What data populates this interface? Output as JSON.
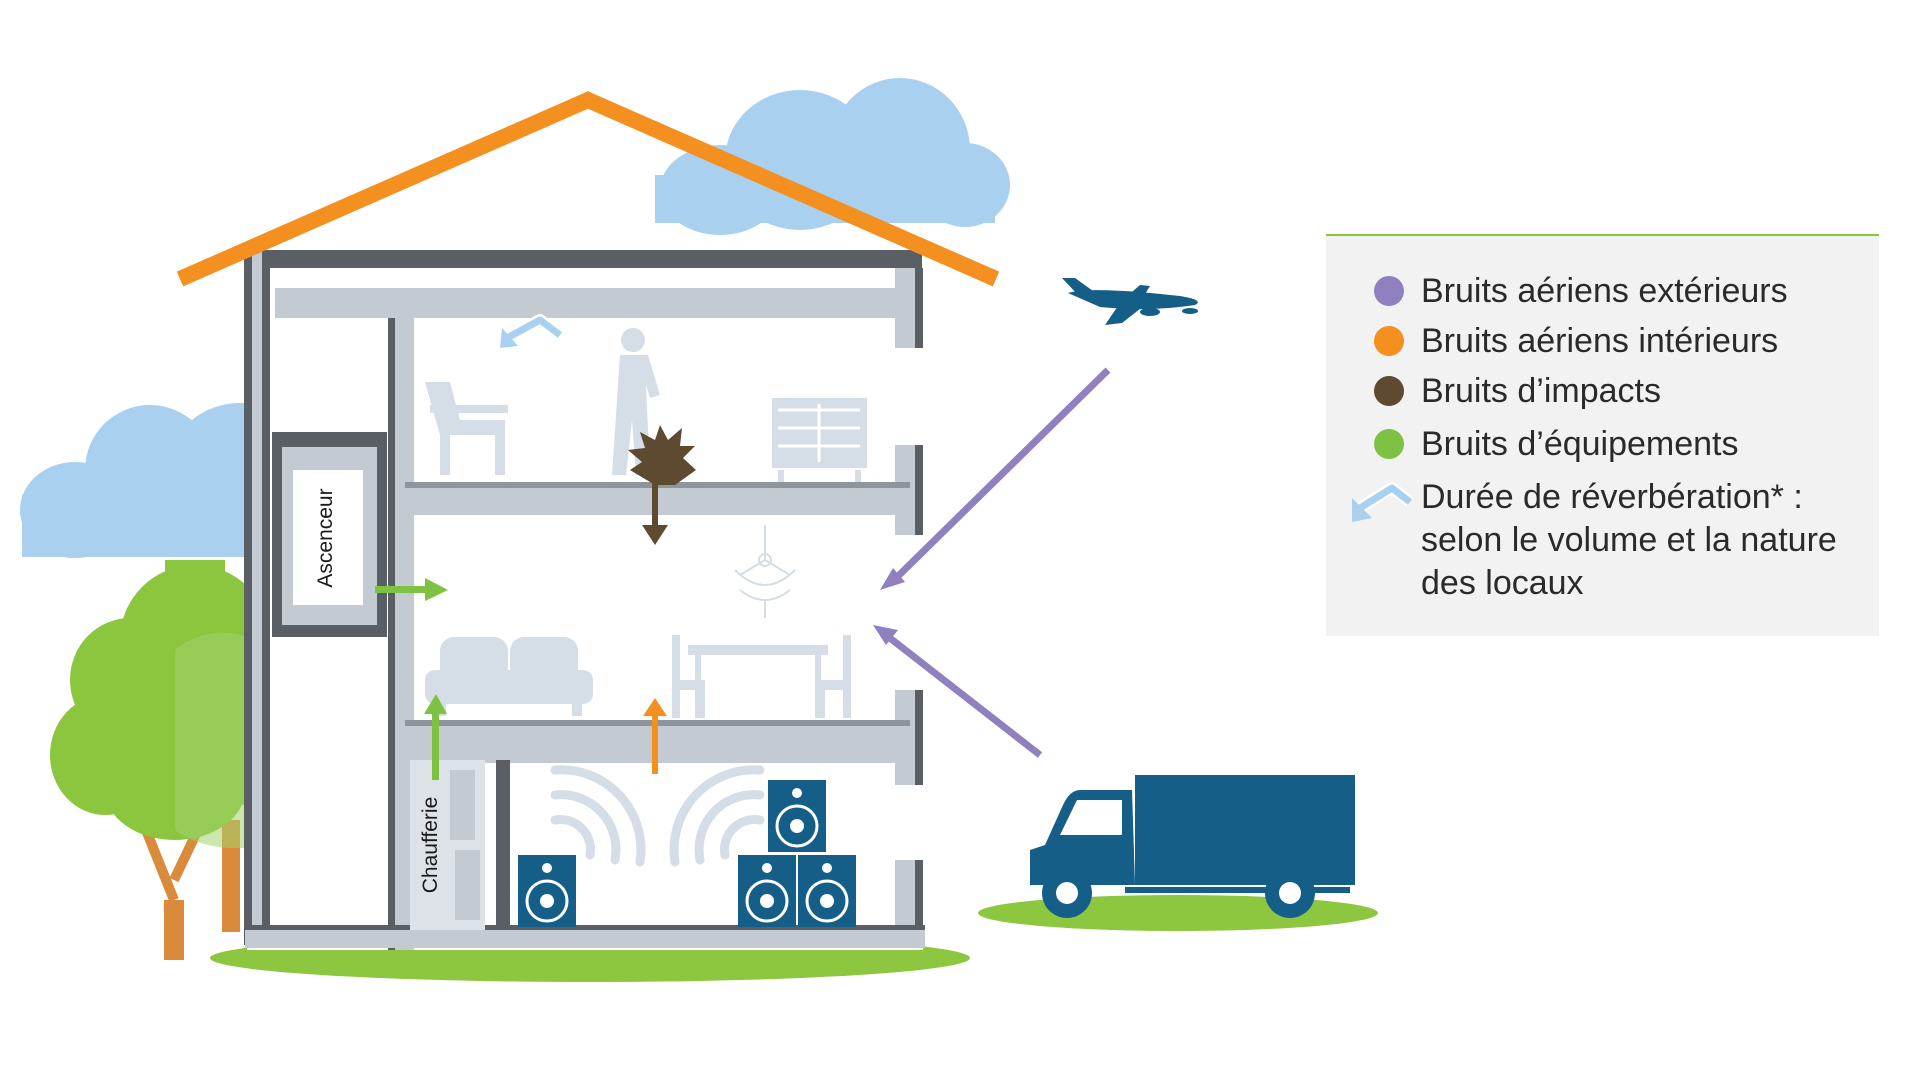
{
  "labels": {
    "elevator": "Ascenceur",
    "boiler_room": "Chaufferie"
  },
  "legend": {
    "items": [
      {
        "label": "Bruits aériens extérieurs",
        "color": "#9080c0"
      },
      {
        "label": "Bruits aériens intérieurs",
        "color": "#f39020"
      },
      {
        "label": "Bruits d’impacts",
        "color": "#5e4a30"
      },
      {
        "label": "Bruits d’équipements",
        "color": "#7dc242"
      }
    ],
    "reverb_lines": [
      "Durée de réverbération* :",
      "selon le volume et la nature",
      "des locaux"
    ],
    "reverb_icon": "reverberation-arrow-icon"
  },
  "colors": {
    "roof": "#f39020",
    "structure": "#5a5f66",
    "slab": "#c3cad2",
    "furniture": "#d5dde6",
    "navy": "#155e87",
    "cloud": "#a9d0ef",
    "grass": "#8dc63f",
    "tree_light": "#8cc63f",
    "tree_dark": "#6aa83a",
    "trunk": "#d98a3a"
  }
}
